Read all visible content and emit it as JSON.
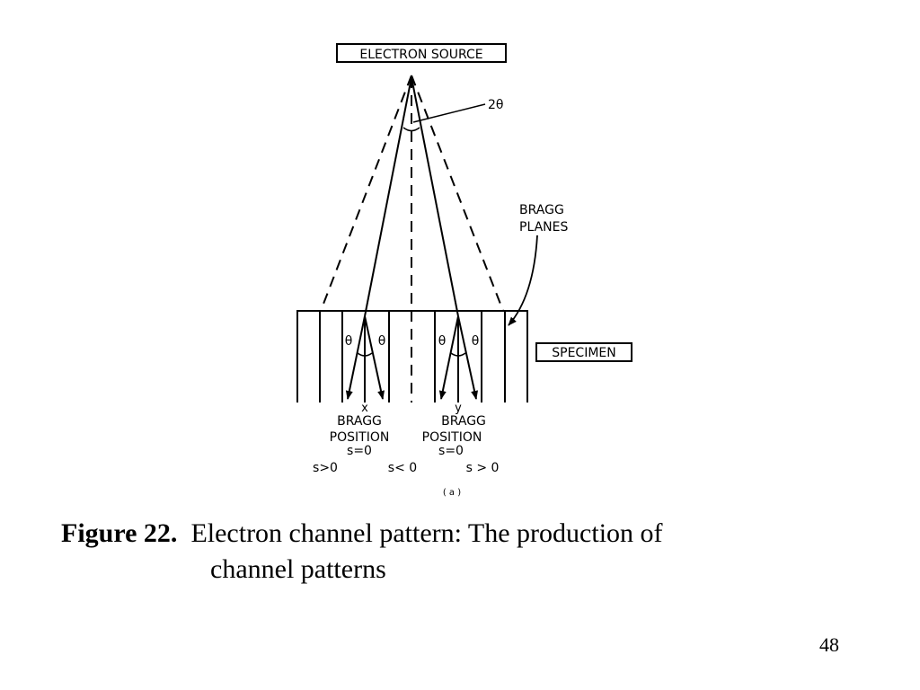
{
  "diagram": {
    "source_label": "ELECTRON SOURCE",
    "two_theta_label": "2θ",
    "bragg_planes_label": [
      "BRAGG",
      "PLANES"
    ],
    "specimen_label": "SPECIMEN",
    "theta_label": "θ",
    "position_x": {
      "marker": "x",
      "line1": "BRAGG",
      "line2": "POSITION",
      "s_value": "s=0"
    },
    "position_y": {
      "marker": "y",
      "line1": "BRAGG",
      "line2": "POSITION",
      "s_value": "s=0"
    },
    "s_regions": [
      "s>0",
      "s< 0",
      "s > 0"
    ],
    "subfigure_label": "( a )"
  },
  "caption": {
    "figure_label": "Figure 22.",
    "text_line1": "Electron channel pattern: The production of",
    "text_line2": "channel patterns"
  },
  "page_number": "48"
}
